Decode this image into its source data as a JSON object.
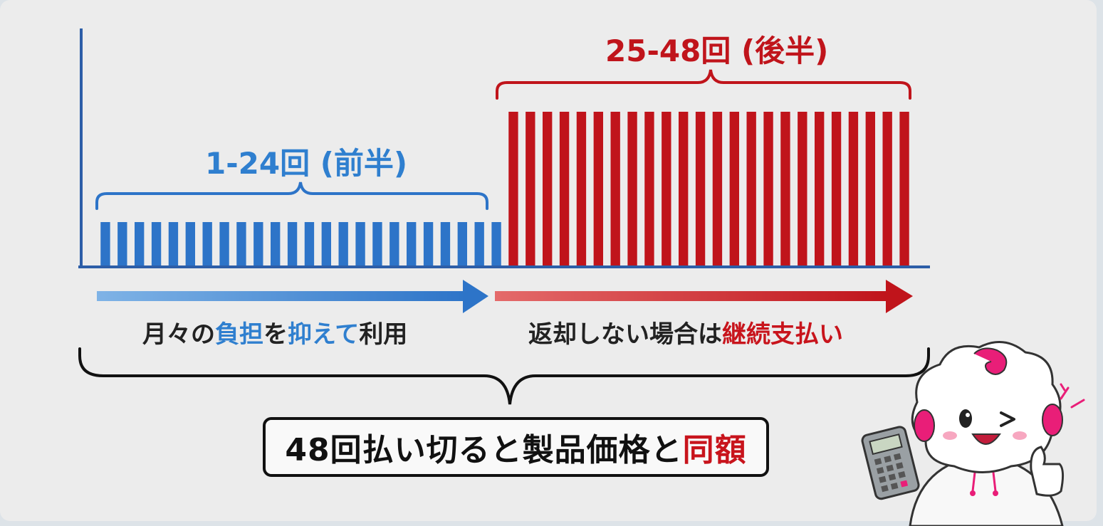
{
  "labels": {
    "first_half": "1-24回 (前半)",
    "second_half": "25-48回 (後半)"
  },
  "captions": {
    "left": {
      "p1": "月々の",
      "p2": "負担",
      "p3": "を",
      "p4": "抑えて",
      "p5": "利用"
    },
    "right": {
      "p1": "返却しない場合は",
      "p2": "継続支払い"
    }
  },
  "summary": {
    "main": "48回払い切ると製品価格と",
    "emphasis": "同額"
  },
  "chart_data": {
    "type": "bar",
    "total_bars": 48,
    "groups": [
      {
        "range": [
          1,
          24
        ],
        "relative_height": 1,
        "color": "#2d74c8"
      },
      {
        "range": [
          25,
          48
        ],
        "relative_height": 3.5,
        "color": "#c0141b"
      }
    ]
  },
  "colors": {
    "blue": "#2d74c8",
    "red": "#c0141b",
    "dark": "#111111"
  },
  "mascot": {
    "icon": "mascot-icon",
    "prop_icon": "calculator-icon"
  }
}
